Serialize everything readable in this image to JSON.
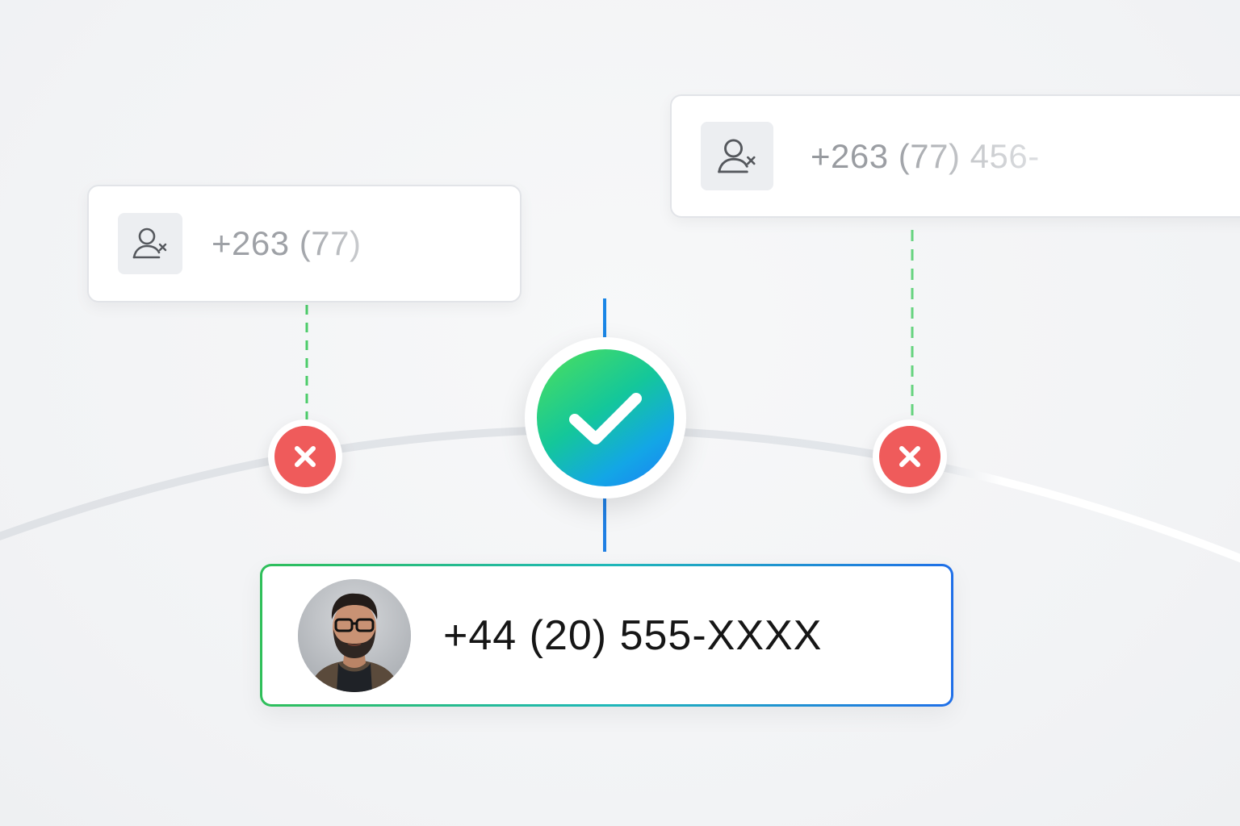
{
  "cards": {
    "left": {
      "number": "+263 (77)",
      "icon": "user-x-icon"
    },
    "right": {
      "number": "+263 (77) 456-",
      "icon": "user-x-icon"
    },
    "matched": {
      "number": "+44 (20) 555-XXXX",
      "icon": "avatar"
    }
  },
  "badges": {
    "reject_left": {
      "icon": "close-icon",
      "color": "#ef5b5b"
    },
    "reject_right": {
      "icon": "close-icon",
      "color": "#ef5b5b"
    },
    "verified": {
      "icon": "check-icon",
      "gradient": [
        "#4fe05a",
        "#1b7ff5"
      ]
    }
  },
  "colors": {
    "background": "#f4f5f7",
    "reject": "#ef5b5b",
    "success_start": "#2fbf5a",
    "success_end": "#1f6fe8",
    "muted_text": "#a3a6ab",
    "primary_text": "#161616"
  }
}
